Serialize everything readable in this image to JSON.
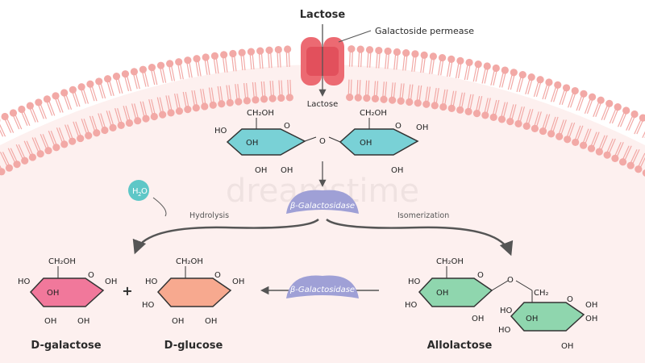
{
  "top": {
    "lactose_outside": "Lactose",
    "permease": "Galactoside permease",
    "lactose_inside": "Lactose"
  },
  "enzyme": {
    "top_label": "β-Galactosidase",
    "bottom_label": "β-Galactosidase"
  },
  "water": {
    "h": "H",
    "sub": "2",
    "o": "O"
  },
  "processes": {
    "hydrolysis": "Hydrolysis",
    "isomerization": "Isomerization"
  },
  "products": {
    "galactose": "D-galactose",
    "glucose": "D-glucose",
    "allolactose": "Allolactose",
    "plus": "+"
  },
  "groups": {
    "ch2oh": "CH₂OH",
    "ch2": "CH₂",
    "ho": "HO",
    "oh": "OH",
    "o": "O"
  },
  "watermark": "dreamstime",
  "colors": {
    "membrane": "#f2a9a6",
    "cytoplasm": "#fdf0ef",
    "permease": "#ec6a72",
    "enzyme": "#9fa0d6",
    "water": "#5ec7c7",
    "galactose_ring": "#f1789b",
    "glucose_ring": "#f7a98f",
    "lactose_ring": "#79d1d6",
    "allolactose_ring": "#8fd6ae",
    "arrow": "#555555"
  }
}
